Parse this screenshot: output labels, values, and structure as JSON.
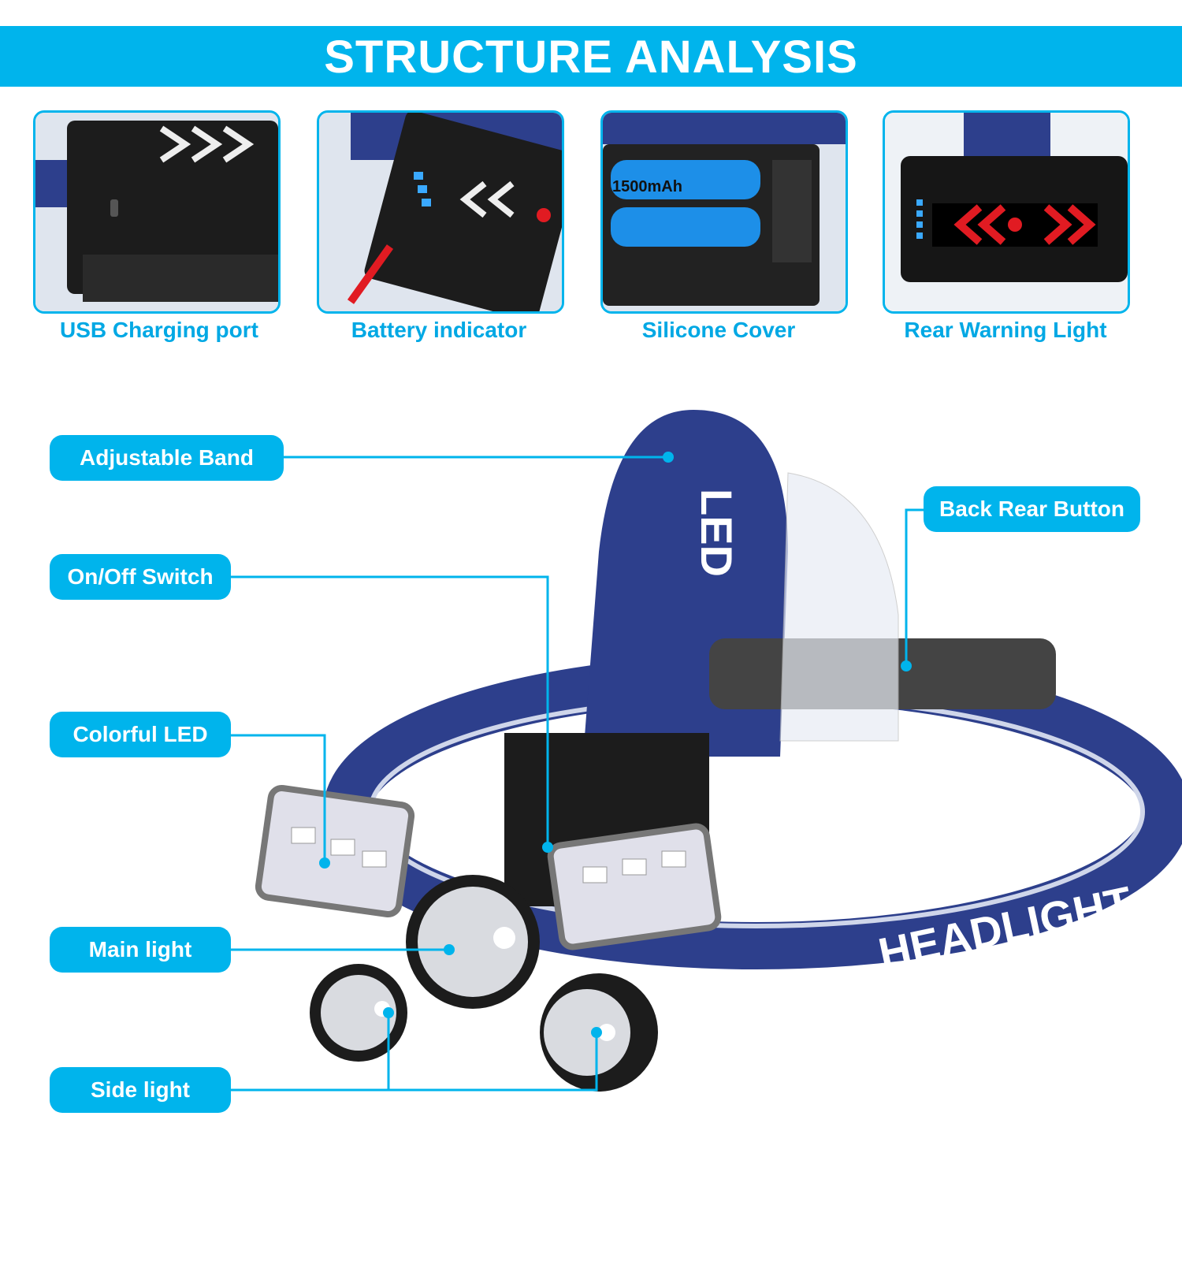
{
  "title": "STRUCTURE ANALYSIS",
  "panels": [
    {
      "caption": "USB Charging port",
      "icon": "usb-port-photo"
    },
    {
      "caption": "Battery indicator",
      "icon": "battery-indicator-photo"
    },
    {
      "caption": "Silicone Cover",
      "icon": "battery-compartment-photo",
      "battery_text": "1500mAh"
    },
    {
      "caption": "Rear Warning Light",
      "icon": "rear-warning-light-photo"
    }
  ],
  "callouts": {
    "adjustable_band": "Adjustable Band",
    "on_off_switch": "On/Off Switch",
    "colorful_led": "Colorful LED",
    "main_light": "Main light",
    "side_light": "Side light",
    "back_rear_button": "Back Rear Button"
  },
  "band_text": {
    "front": "LED",
    "side": "HEADLIGHT"
  },
  "colors": {
    "accent": "#00b4ec",
    "band": "#2d3f8c",
    "body": "#1a1a1a",
    "warning": "#e11b22"
  }
}
